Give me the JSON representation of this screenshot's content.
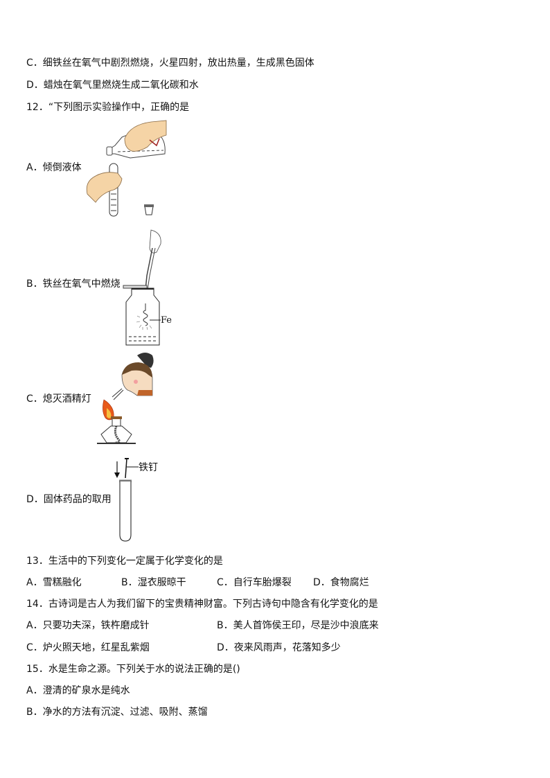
{
  "q11": {
    "options": {
      "C": "C．细铁丝在氧气中剧烈燃烧，火星四射，放出热量，生成黑色固体",
      "D": "D．蜡烛在氧气里燃烧生成二氧化碳和水"
    }
  },
  "q12": {
    "stem": "12．“下列图示实验操作中，正确的是",
    "options": [
      {
        "label": "A．倾倒液体",
        "figure": "pouring-liquid-figure"
      },
      {
        "label": "B．铁丝在氧气中燃烧",
        "figure": "iron-wire-burning-figure",
        "figure_label": "Fe"
      },
      {
        "label": "C．熄灭酒精灯",
        "figure": "extinguish-alcohol-lamp-figure"
      },
      {
        "label": "D．固体药品的取用",
        "figure": "solid-reagent-figure",
        "figure_label": "铁钉"
      }
    ]
  },
  "q13": {
    "stem": "13．生活中的下列变化一定属于化学变化的是",
    "options": [
      "A．雪糕融化",
      "B．湿衣服晾干",
      "C．自行车胎爆裂",
      "D．食物腐烂"
    ]
  },
  "q14": {
    "stem": "14．古诗词是古人为我们留下的宝贵精神财富。下列古诗句中隐含有化学变化的是",
    "options": [
      "A．只要功夫深，铁杵磨成针",
      "B．美人首饰侯王印，尽是沙中浪底来",
      "C．炉火照天地，红星乱紫烟",
      "D．夜来风雨声，花落知多少"
    ]
  },
  "q15": {
    "stem": "15．水是生命之源。下列关于水的说法正确的是()",
    "options": [
      "A．澄清的矿泉水是纯水",
      "B．净水的方法有沉淀、过滤、吸附、蒸馏"
    ]
  }
}
